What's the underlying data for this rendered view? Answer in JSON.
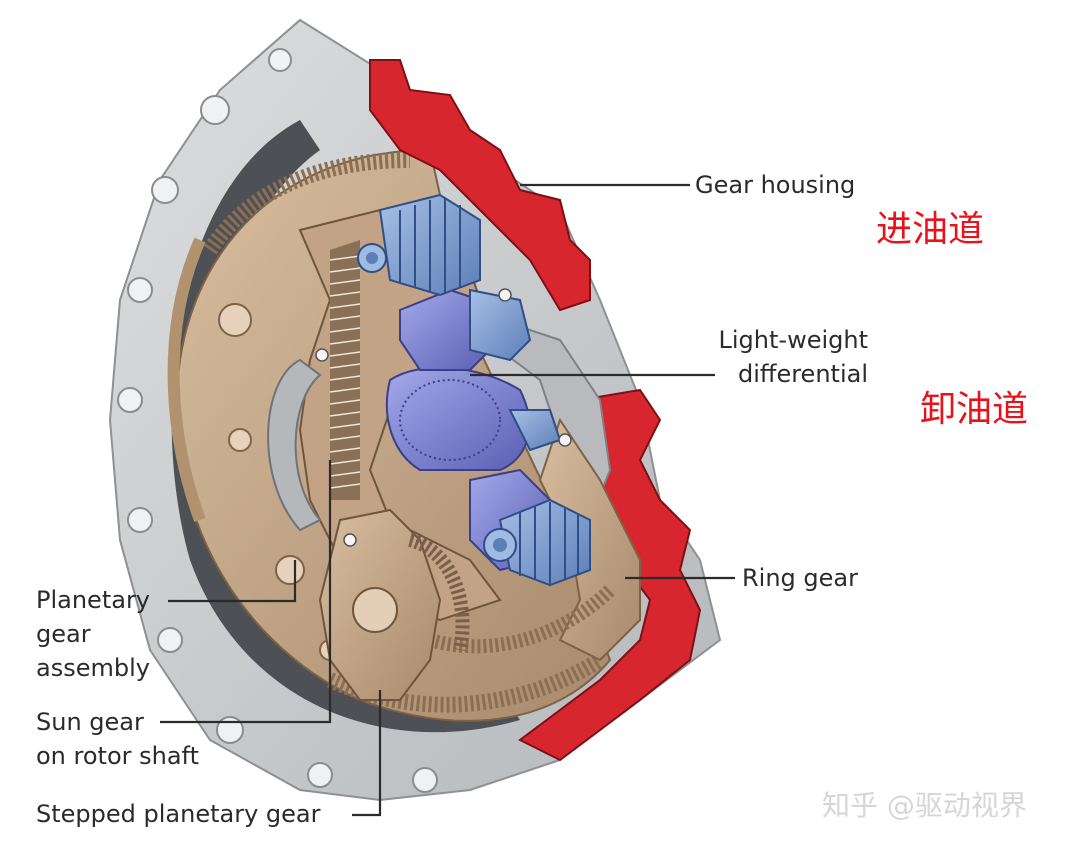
{
  "labels": {
    "gear_housing": "Gear housing",
    "light_weight_differential": [
      "Light-weight",
      "differential"
    ],
    "ring_gear": "Ring gear",
    "planetary_gear_assembly": [
      "Planetary",
      "gear",
      "assembly"
    ],
    "sun_gear": [
      "Sun gear",
      "on rotor shaft"
    ],
    "stepped_planetary_gear": "Stepped planetary gear"
  },
  "annotations": {
    "oil_inlet": "进油道",
    "oil_outlet": "卸油道"
  },
  "watermark": "知乎 @驱动视界",
  "colors": {
    "annotation_red": "#e8121b",
    "label_text": "#2b2b2b",
    "housing_red": "#d8262f",
    "housing_grey": "#c9cbcd",
    "bronze": "#c8a98a",
    "blue": "#7f9fd0",
    "violet": "#7f86d6"
  }
}
